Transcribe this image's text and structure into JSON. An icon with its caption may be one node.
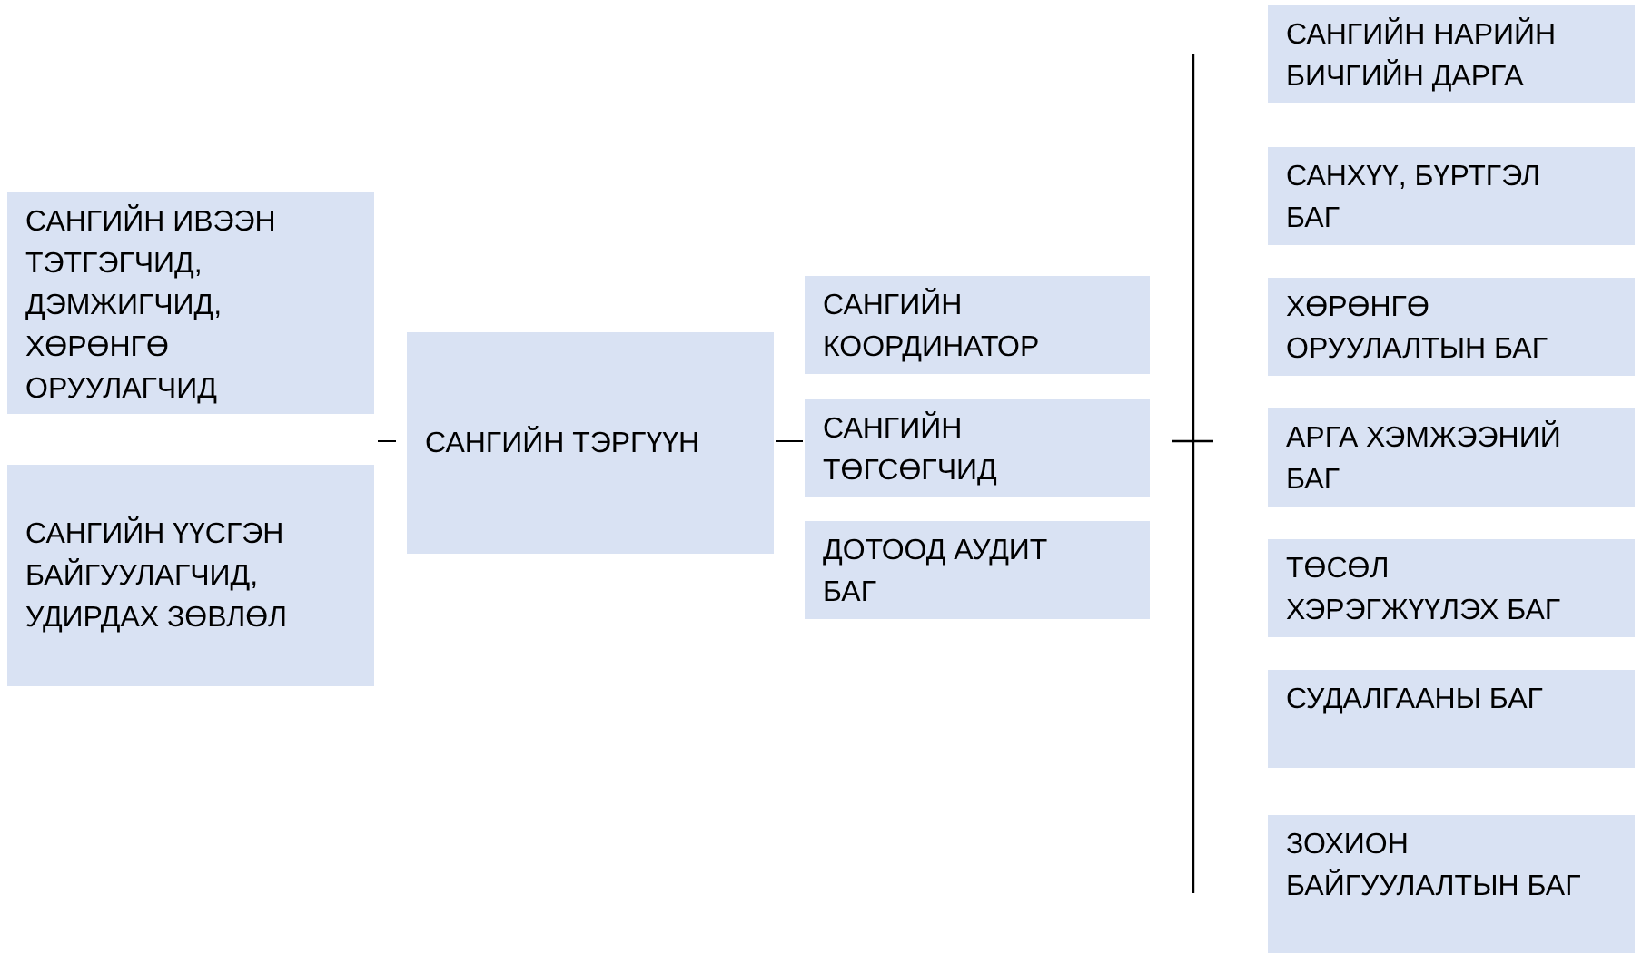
{
  "diagram": {
    "nodes": [
      {
        "text": [
          "САНГИЙН ИВЭЭН ТЭТГЭГЧИД, ДЭМЖИГЧИД, ХӨРӨНГӨ ОРУУЛАГЧИД"
        ]
      },
      {
        "text": [
          "САНГИЙН ҮҮСГЭН БАЙГУУЛАГЧИД, УДИРДАХ ЗӨВЛӨЛ"
        ]
      },
      {
        "text": [
          "САНГИЙН ТЭРГҮҮН"
        ]
      },
      {
        "text": [
          "САНГИЙН КООРДИНАТОР"
        ]
      },
      {
        "text": [
          "САНГИЙН ТӨГСӨГЧИД"
        ]
      },
      {
        "text": [
          "ДОТООД АУДИТ БАГ"
        ]
      },
      {
        "text": [
          "САНГИЙН НАРИЙН БИЧГИЙН ДАРГА"
        ]
      },
      {
        "text": [
          "САНХҮҮ, БҮРТГЭЛ БАГ"
        ]
      },
      {
        "text": [
          "ХӨРӨНГӨ ОРУУЛАЛТЫН БАГ"
        ]
      },
      {
        "text": [
          "АРГА ХЭМЖЭЭНИЙ БАГ"
        ]
      },
      {
        "text": [
          "ТӨСӨЛ ХЭРЭГЖҮҮЛЭХ БАГ"
        ]
      },
      {
        "text": [
          "СУДАЛГААНЫ БАГ"
        ]
      },
      {
        "text": [
          "ЗОХИОН БАЙГУУЛАЛТЫН БАГ"
        ]
      }
    ],
    "edges": [
      {
        "from": 2,
        "to": 4,
        "arrow": "none"
      }
    ]
  }
}
